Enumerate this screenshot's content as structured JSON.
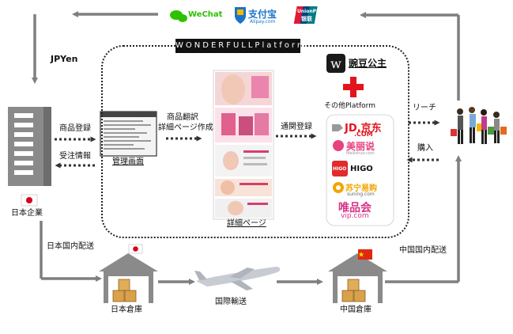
{
  "top_payments": {
    "wechat": "WeChat",
    "alipay": "支付宝",
    "alipay_sub": "Alipay.com",
    "unionpay": "UnionPay",
    "unionpay_sub": "银联"
  },
  "platform_title": "WONDERFULLPlatform",
  "jpyen": "JPYen",
  "company": {
    "label": "日本企業"
  },
  "flows": {
    "product_register": "商品登録",
    "order_info": "受注情報",
    "admin_screen": "管理画面",
    "translate_line1": "商品翻訳",
    "translate_line2": "詳細ページ作成",
    "detail_page": "詳細ページ",
    "customs_register": "通関登録",
    "reach": "リーチ",
    "purchase": "購入",
    "domestic_jp": "日本国内配送",
    "domestic_cn": "中国国内配送",
    "intl_shipping": "国際輸送"
  },
  "platforms": {
    "doudou_name": "豌豆公主",
    "other_label": "その他Platform"
  },
  "shops": {
    "jd": "JD.京东",
    "jd_sub": ".COM",
    "meili": "美丽说",
    "meili_sub": "Meilishuo.com",
    "higo_badge": "HIGO",
    "higo_text": "HIGO",
    "suning": "苏宁易购",
    "suning_sub": "suning.com",
    "vip": "唯品会",
    "vip_sub": "vip.com"
  },
  "warehouses": {
    "japan": "日本倉庫",
    "china": "中国倉庫"
  },
  "colors": {
    "arrow_gray": "#7f7f7f",
    "dotted_dark": "#222222",
    "building": "#8a8a8a",
    "red_cross": "#e3141b",
    "jp_flag_red": "#d9001b",
    "cn_flag_red": "#de2910"
  }
}
